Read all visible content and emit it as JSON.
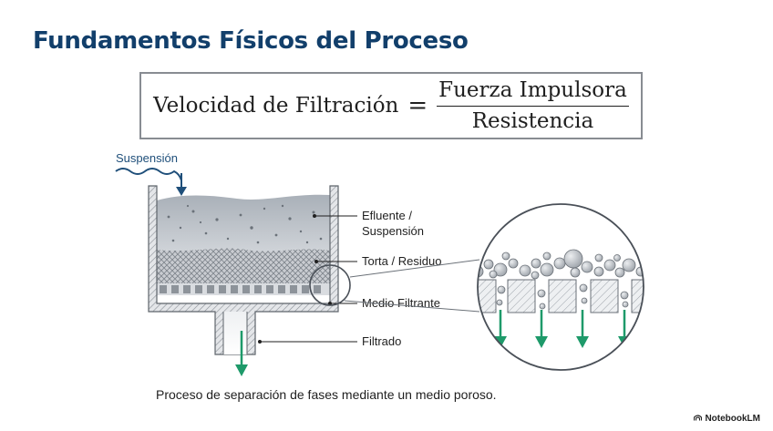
{
  "title": "Fundamentos Físicos del Proceso",
  "formula": {
    "lhs": "Velocidad de Filtración",
    "equals": "=",
    "numerator": "Fuerza Impulsora",
    "denominator": "Resistencia"
  },
  "labels": {
    "suspension_in": "Suspensión",
    "efluente_line1": "Efluente /",
    "efluente_line2": "Suspensión",
    "torta": "Torta / Residuo",
    "medio": "Medio Filtrante",
    "filtrado": "Filtrado"
  },
  "caption": "Proceso de separación de fases mediante un medio poroso.",
  "brand": "NotebookLM",
  "colors": {
    "title": "#123f6b",
    "flow_arrow": "#1e9a6a",
    "inlet_arrow": "#1f4f7a"
  }
}
